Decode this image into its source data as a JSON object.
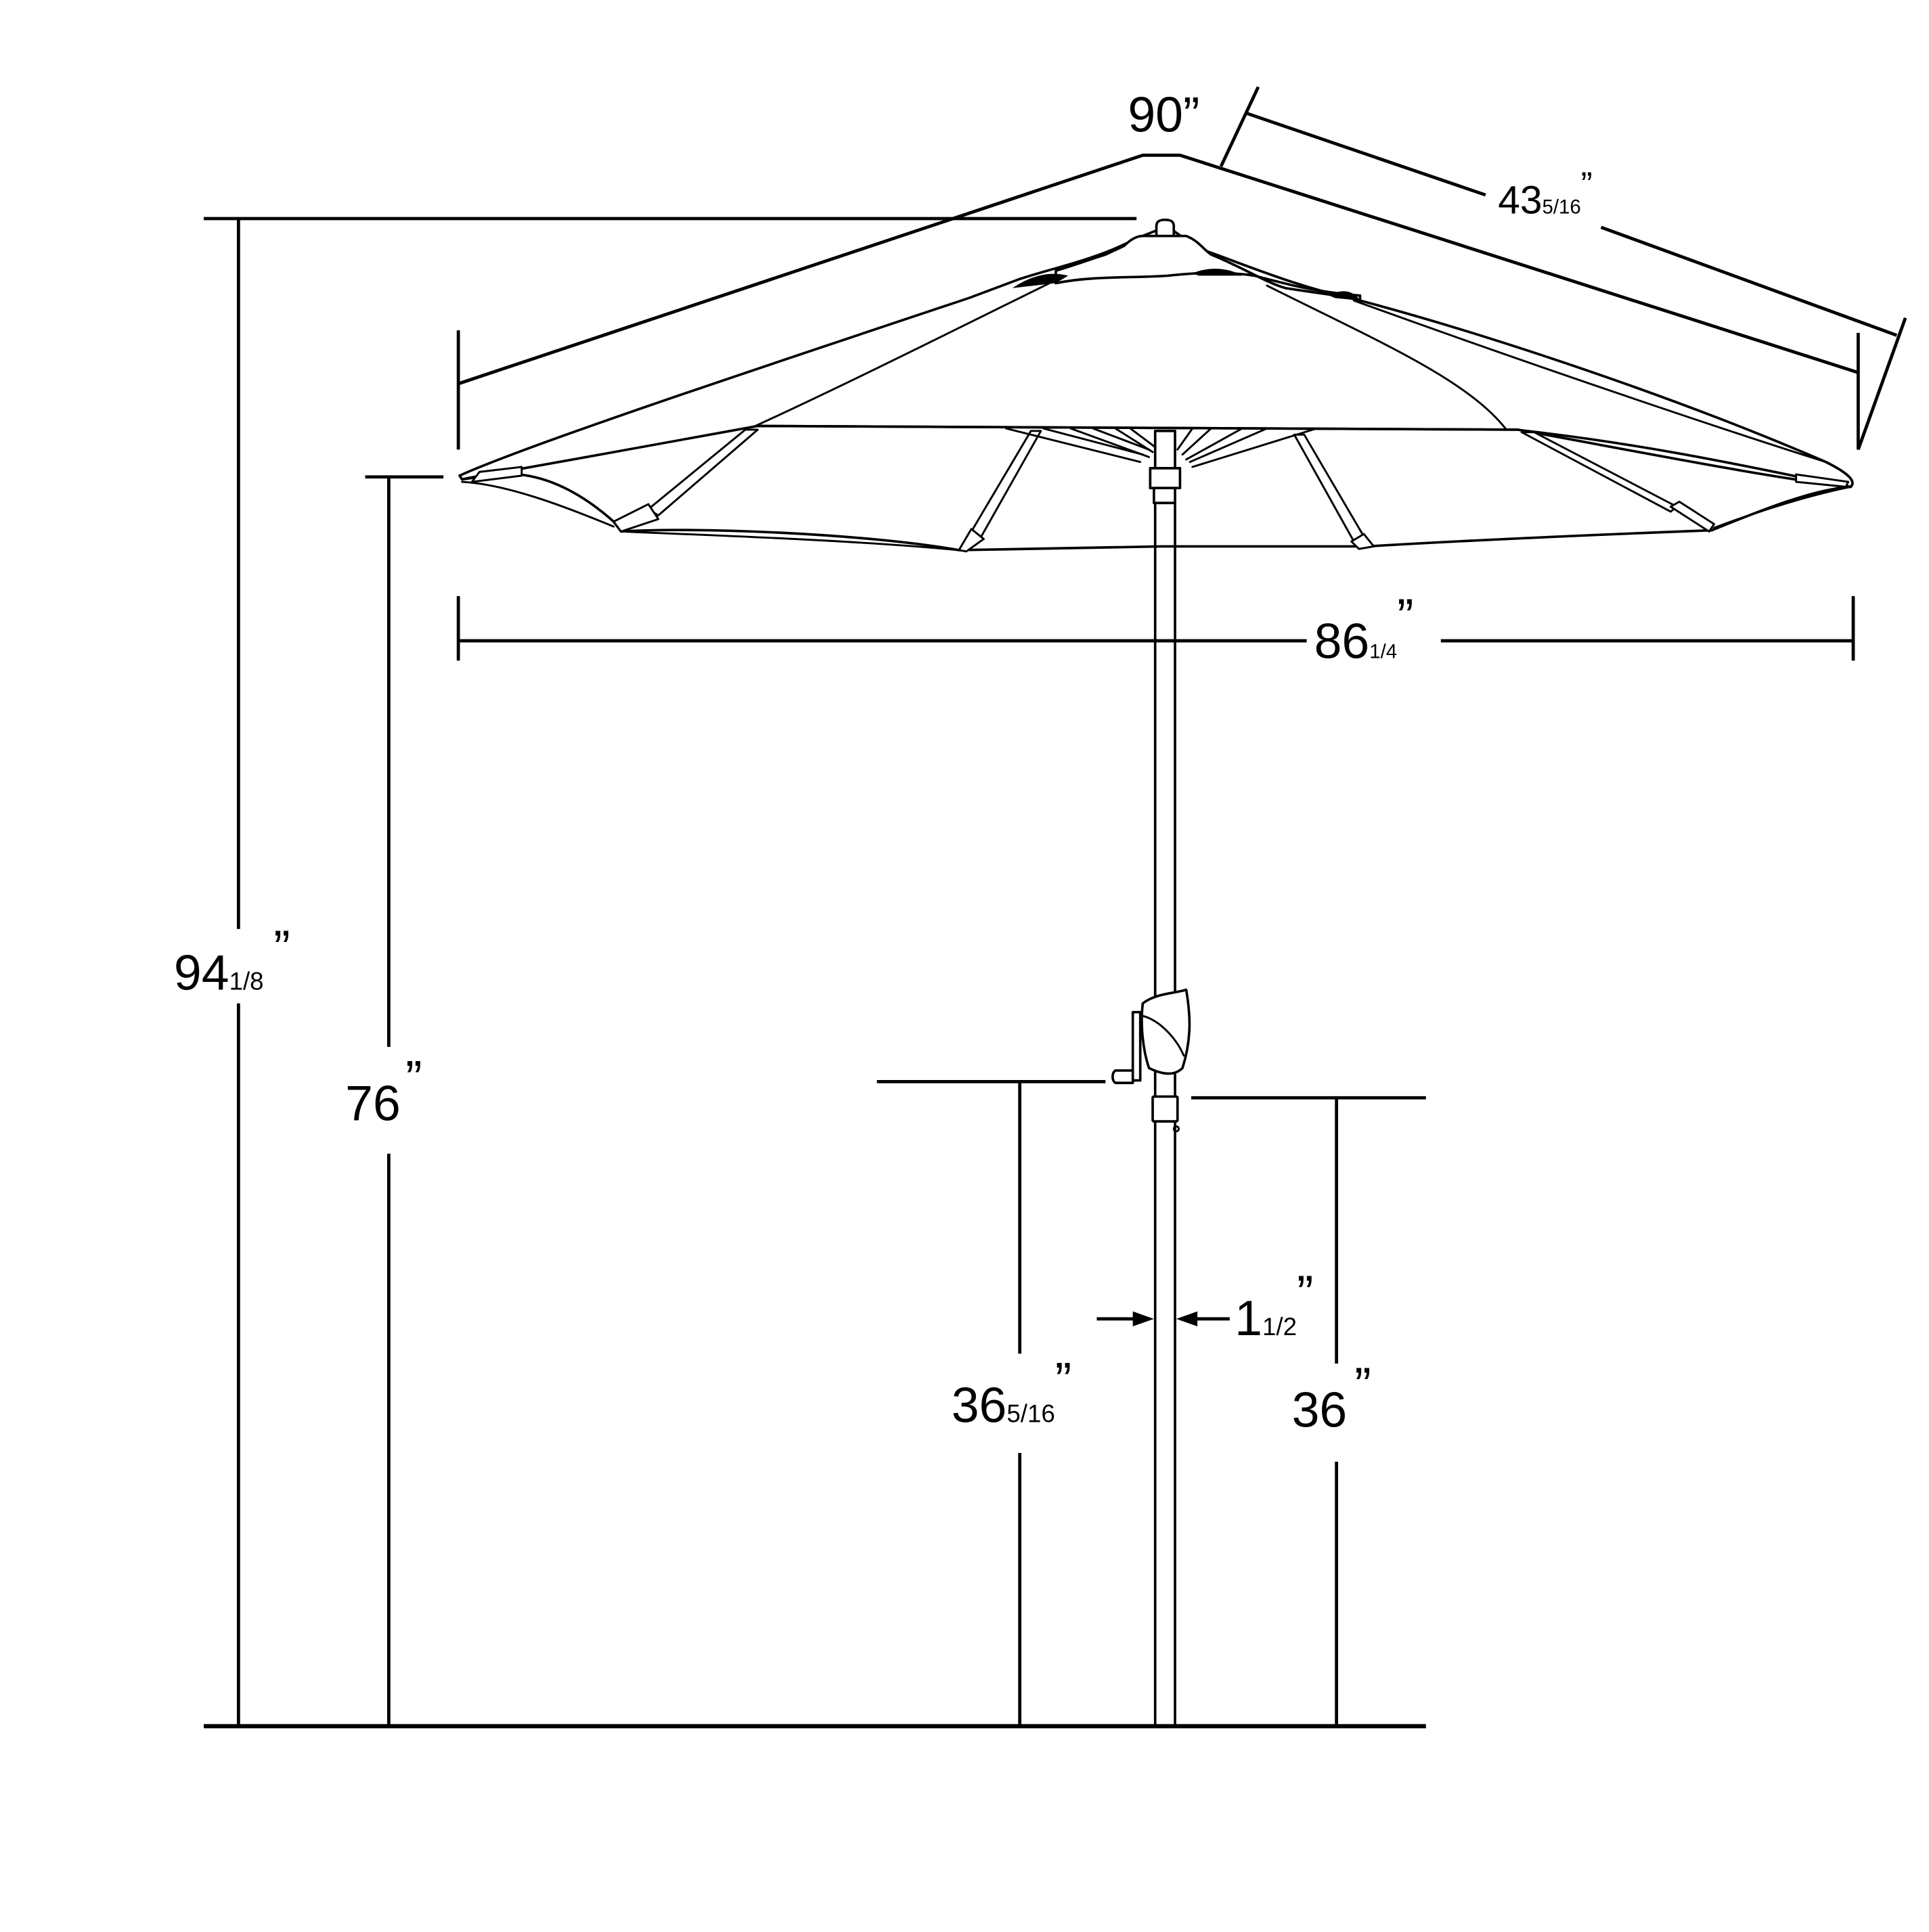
{
  "diagram": {
    "title": "Patio umbrella dimension drawing",
    "colors": {
      "line": "#000000",
      "background": "#ffffff"
    },
    "dimensions": {
      "canopy_arc": {
        "whole": "90",
        "fraction": "",
        "unit": "”"
      },
      "rib_length": {
        "whole": "43",
        "fraction": "5/16",
        "unit": "”"
      },
      "canopy_span": {
        "whole": "86",
        "fraction": "1/4",
        "unit": "”"
      },
      "overall_height": {
        "whole": "94",
        "fraction": "1/8",
        "unit": "”"
      },
      "canopy_clearance": {
        "whole": "76",
        "fraction": "",
        "unit": "”"
      },
      "crank_height": {
        "whole": "36",
        "fraction": "5/16",
        "unit": "”"
      },
      "lower_pole_height": {
        "whole": "36",
        "fraction": "",
        "unit": "”"
      },
      "pole_diameter": {
        "whole": "1",
        "fraction": "1/2",
        "unit": "”"
      }
    },
    "parts": [
      "finial",
      "canopy",
      "ribs",
      "hub",
      "pole",
      "crank-handle",
      "tilt-collar",
      "ground-line"
    ]
  }
}
